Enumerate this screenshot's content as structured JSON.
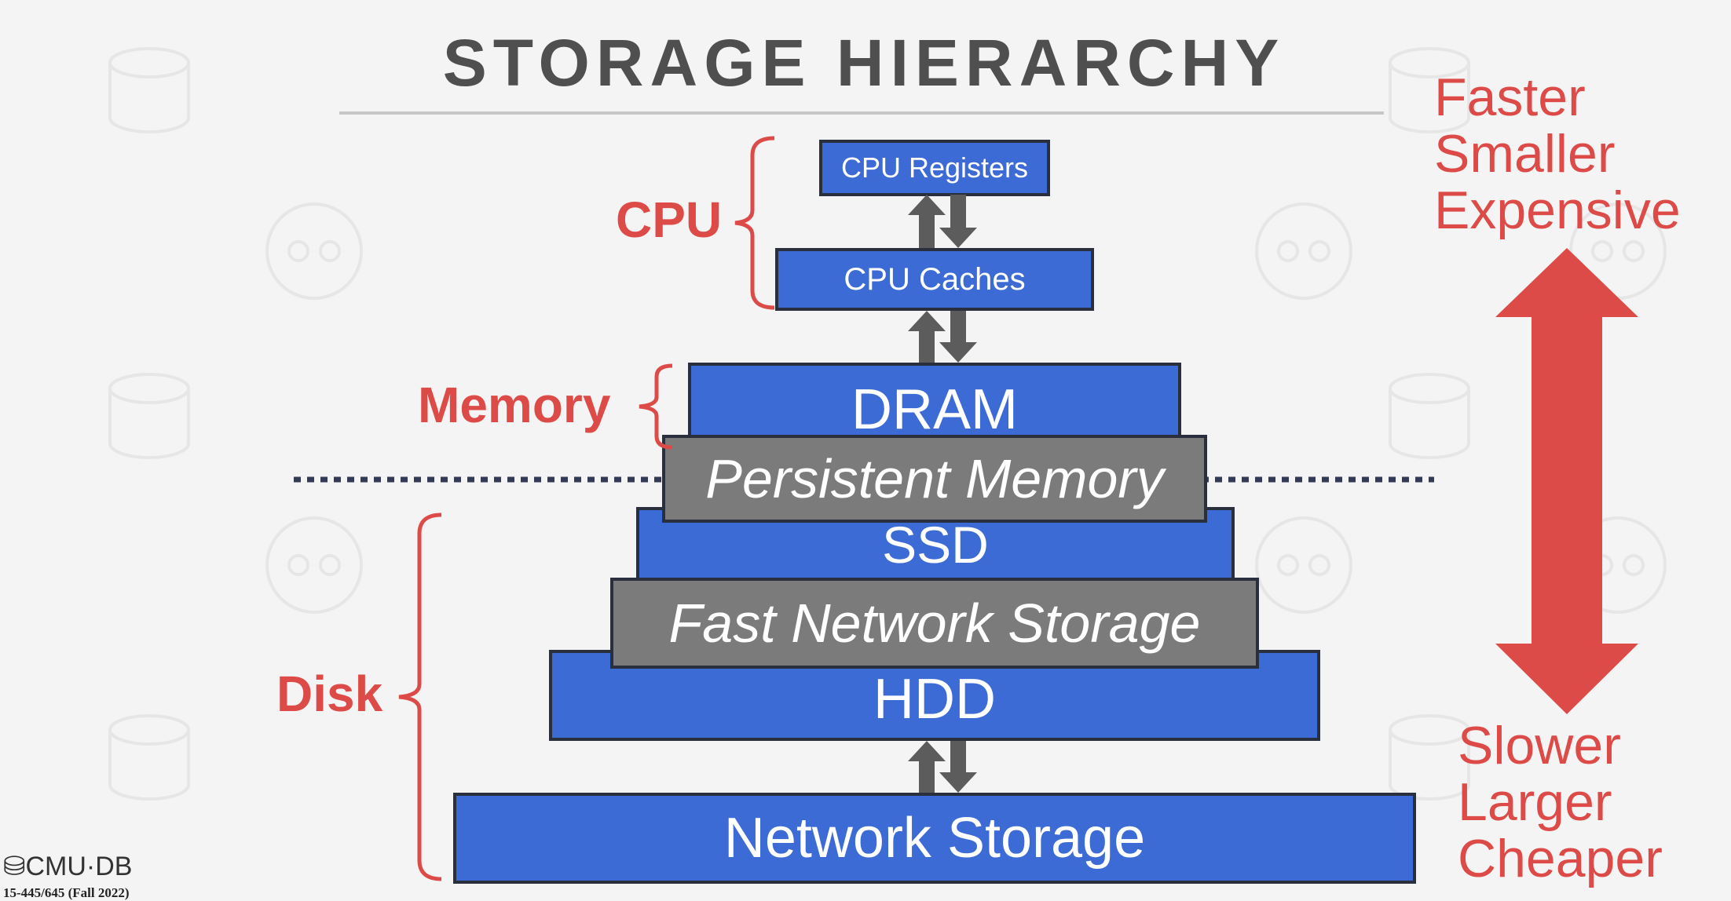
{
  "title": "STORAGE HIERARCHY",
  "levels": {
    "registers": "CPU Registers",
    "caches": "CPU Caches",
    "dram": "DRAM",
    "persistent": "Persistent Memory",
    "ssd": "SSD",
    "fast_network": "Fast Network Storage",
    "hdd": "HDD",
    "network": "Network Storage"
  },
  "groups": {
    "cpu": "CPU",
    "memory": "Memory",
    "disk": "Disk"
  },
  "top_note": [
    "Faster",
    "Smaller",
    "Expensive"
  ],
  "bottom_note": [
    "Slower",
    "Larger",
    "Cheaper"
  ],
  "footer": {
    "logo": "CMU·DB",
    "course": "15-445/645 (Fall 2022)"
  },
  "colors": {
    "accent_red": "#dd4b48",
    "box_blue": "#3d6bd6",
    "box_gray": "#7b7b7b",
    "title_gray": "#4f4f4f"
  }
}
